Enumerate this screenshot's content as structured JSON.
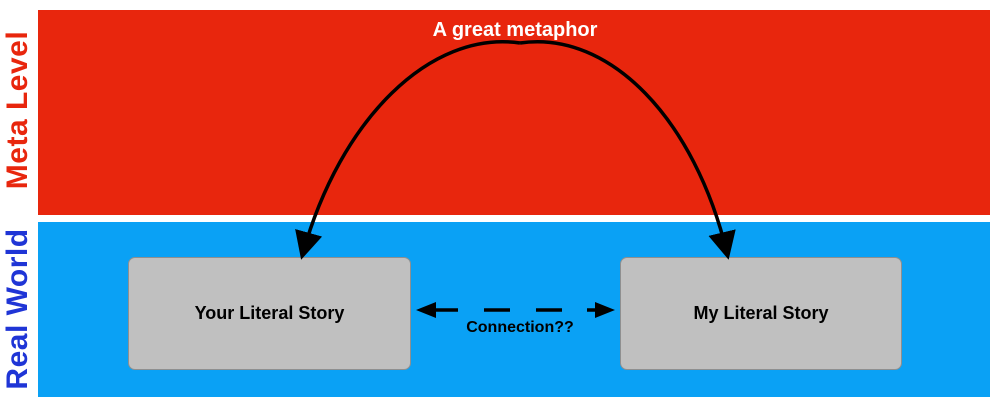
{
  "bands": {
    "meta_label": "Meta Level",
    "real_label": "Real World",
    "meta_color": "#e8260d",
    "real_color": "#0aa1f5",
    "real_label_color": "#1f35d6"
  },
  "metaphor": {
    "label": "A great metaphor"
  },
  "boxes": {
    "left_label": "Your Literal Story",
    "right_label": "My Literal Story",
    "fill_color": "#c0c0c0"
  },
  "connection": {
    "label": "Connection??"
  }
}
